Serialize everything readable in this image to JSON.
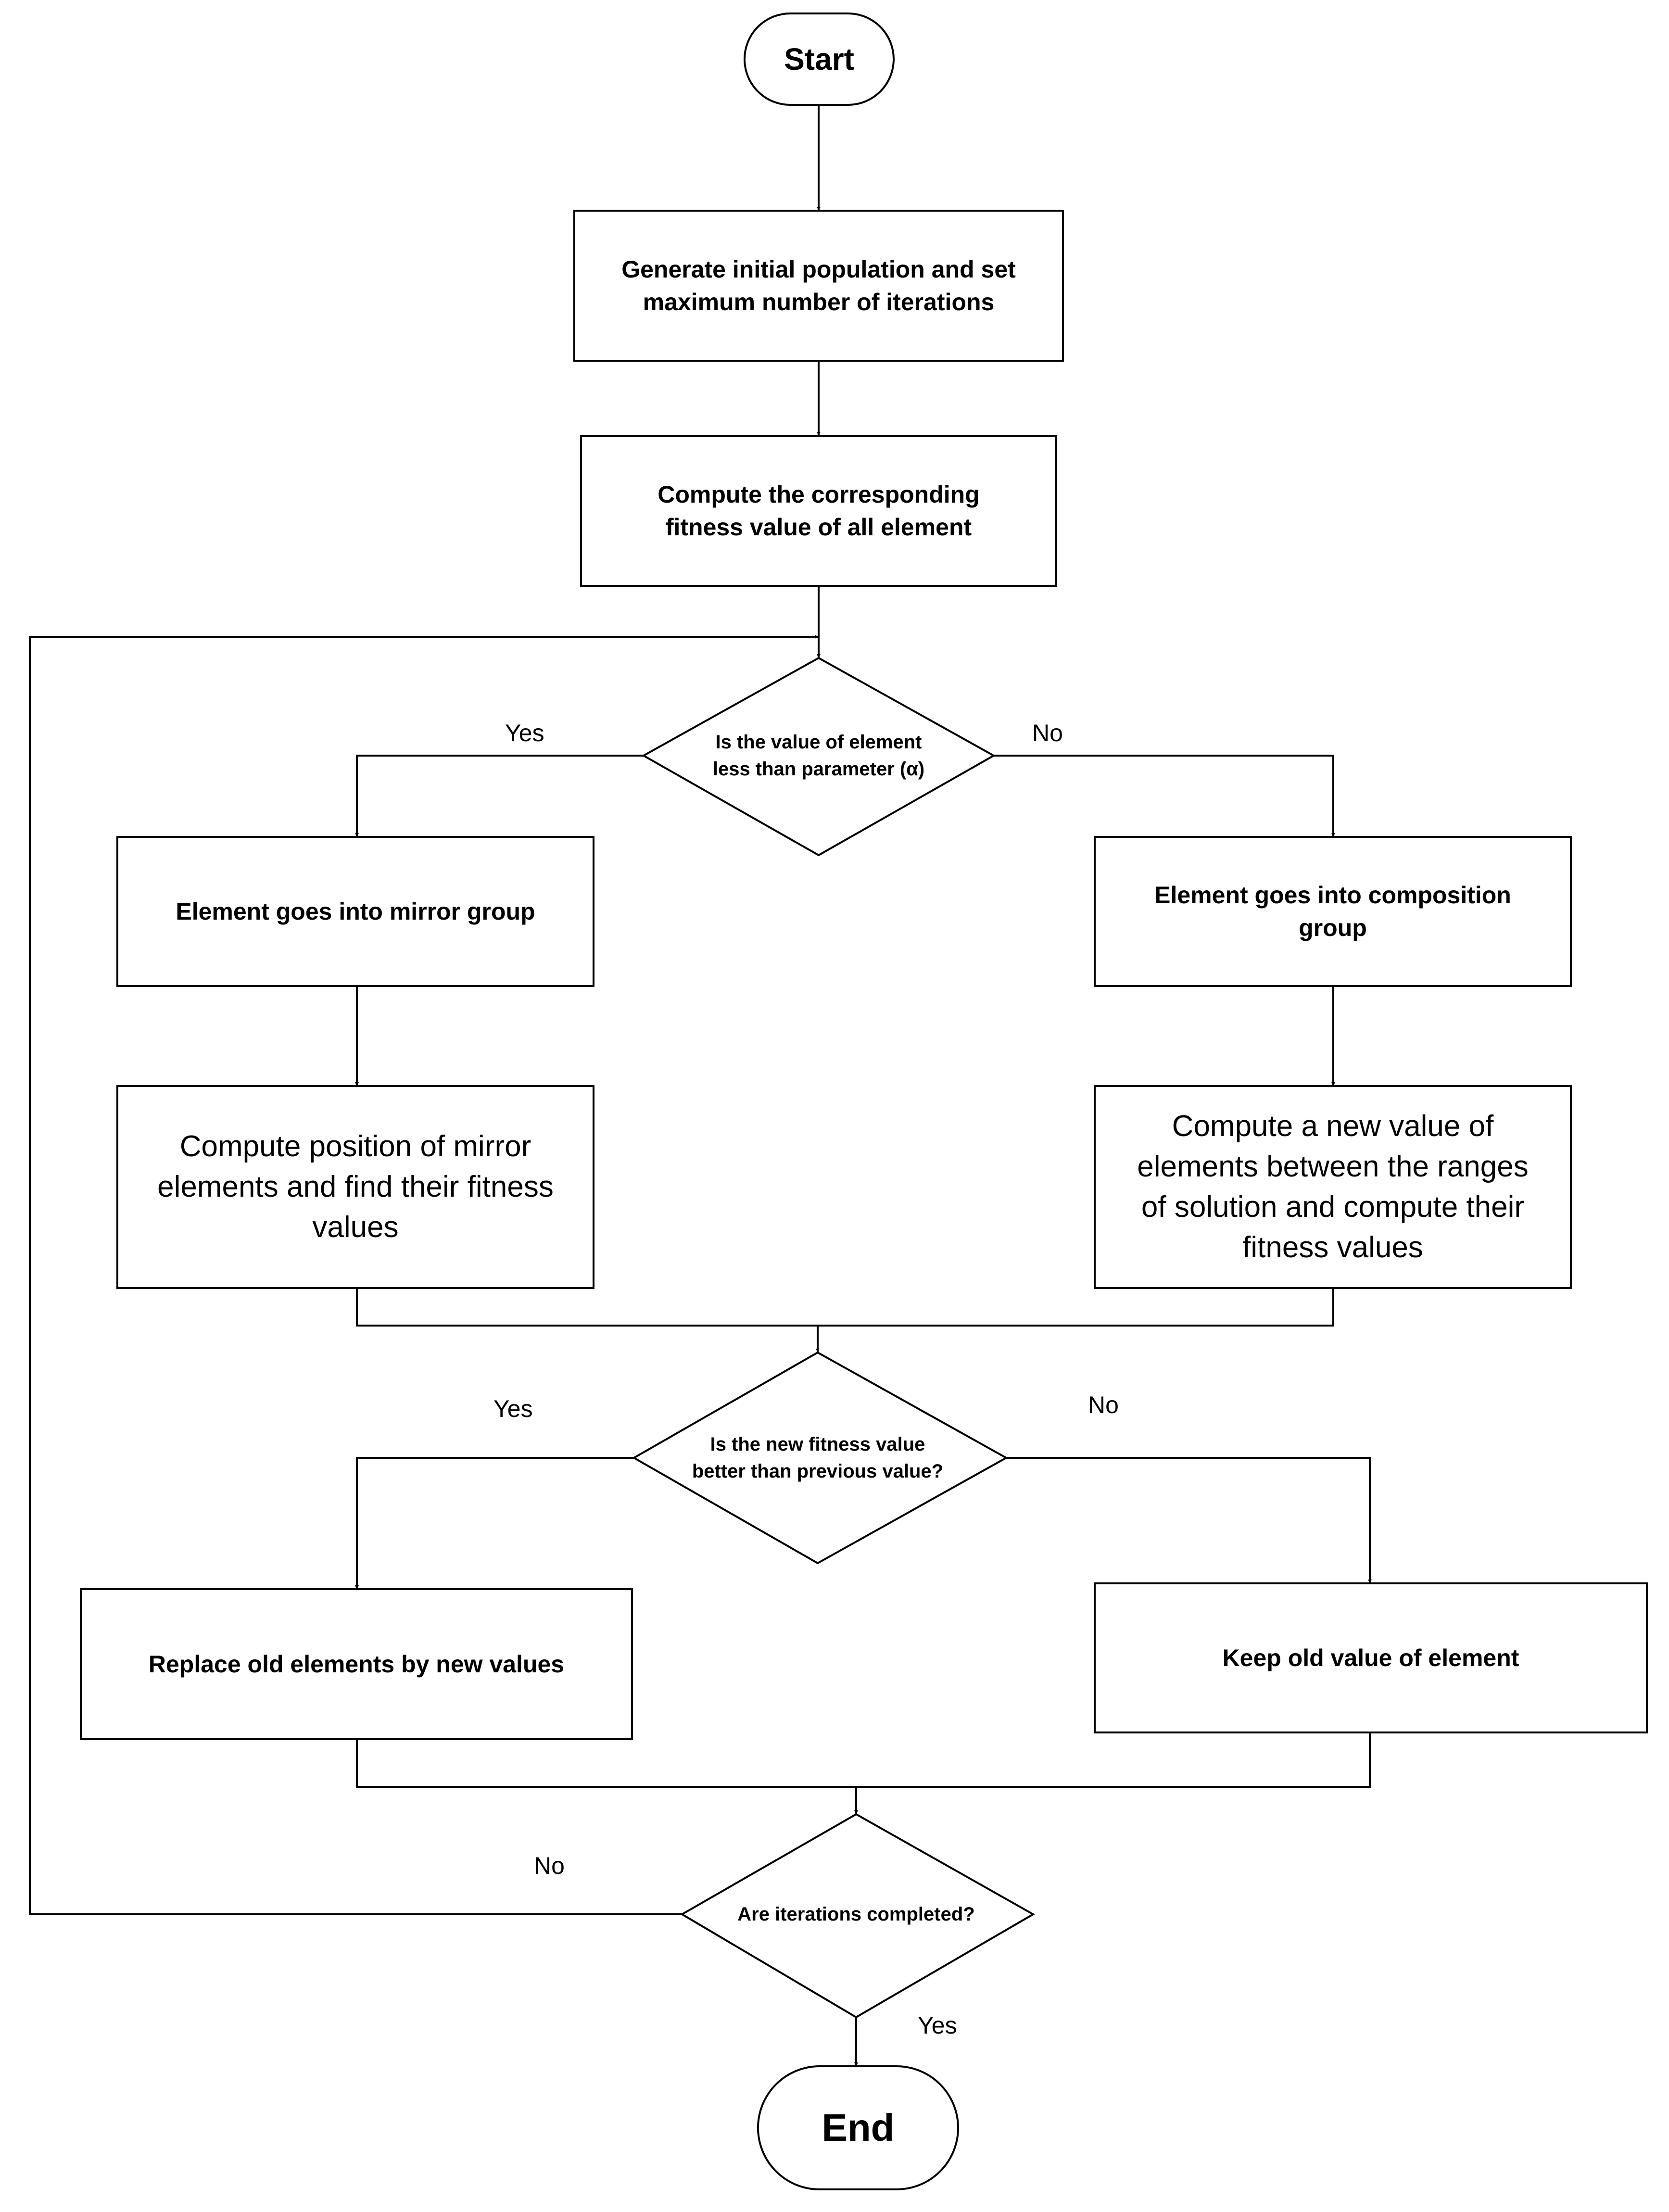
{
  "nodes": {
    "start": "Start",
    "init": "Generate initial population and set\nmaximum number of iterations",
    "fitness": "Compute the corresponding\nfitness value of all element",
    "decision1": "Is the value of element\nless than parameter (α)",
    "mirror_group": "Element goes into mirror group",
    "composition_group": "Element goes into composition\ngroup",
    "mirror_compute": "Compute position of mirror\nelements and find their fitness\nvalues",
    "composition_compute": "Compute a new value of\nelements between the ranges\nof solution and compute their\nfitness values",
    "decision2": "Is the new fitness value\nbetter than previous value?",
    "replace": "Replace old elements by new values",
    "keep": "Keep old value of element",
    "decision3": "Are iterations completed?",
    "end": "End"
  },
  "edge_labels": {
    "d1_yes": "Yes",
    "d1_no": "No",
    "d2_yes": "Yes",
    "d2_no": "No",
    "d3_no": "No",
    "d3_yes": "Yes"
  }
}
